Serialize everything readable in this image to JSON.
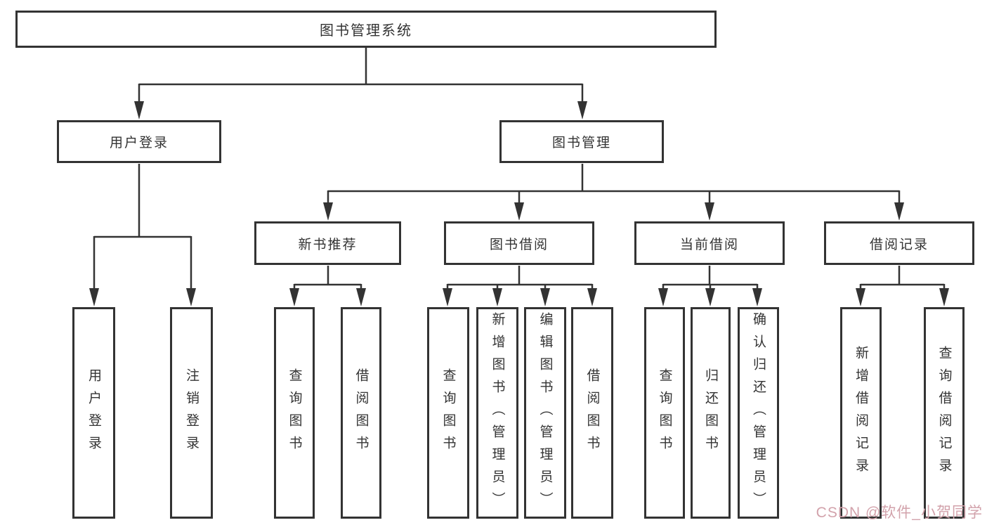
{
  "diagram": {
    "root": {
      "label": "图书管理系统"
    },
    "level2": [
      {
        "id": "user-login",
        "label": "用户登录"
      },
      {
        "id": "book-management",
        "label": "图书管理"
      }
    ],
    "level3": [
      {
        "id": "new-book-recommend",
        "parent": "图书管理",
        "label": "新书推荐"
      },
      {
        "id": "book-borrow",
        "parent": "图书管理",
        "label": "图书借阅"
      },
      {
        "id": "current-borrow",
        "parent": "图书管理",
        "label": "当前借阅"
      },
      {
        "id": "borrow-records",
        "parent": "图书管理",
        "label": "借阅记录"
      }
    ],
    "leaves": [
      {
        "parent": "用户登录",
        "label": "用户登录"
      },
      {
        "parent": "用户登录",
        "label": "注销登录"
      },
      {
        "parent": "新书推荐",
        "label": "查询图书"
      },
      {
        "parent": "新书推荐",
        "label": "借阅图书"
      },
      {
        "parent": "图书借阅",
        "label": "查询图书"
      },
      {
        "parent": "图书借阅",
        "label": "新增图书（管理员）"
      },
      {
        "parent": "图书借阅",
        "label": "编辑图书（管理员）"
      },
      {
        "parent": "图书借阅",
        "label": "借阅图书"
      },
      {
        "parent": "当前借阅",
        "label": "查询图书"
      },
      {
        "parent": "当前借阅",
        "label": "归还图书"
      },
      {
        "parent": "当前借阅",
        "label": "确认归还（管理员）"
      },
      {
        "parent": "借阅记录",
        "label": "新增借阅记录"
      },
      {
        "parent": "借阅记录",
        "label": "查询借阅记录"
      }
    ]
  },
  "watermark": {
    "text": "CSDN @软件_小贺同学",
    "color": "#d2a2ab"
  },
  "colors": {
    "line": "#333333",
    "box_border": "#333333",
    "text": "#333333",
    "background": "#ffffff"
  }
}
